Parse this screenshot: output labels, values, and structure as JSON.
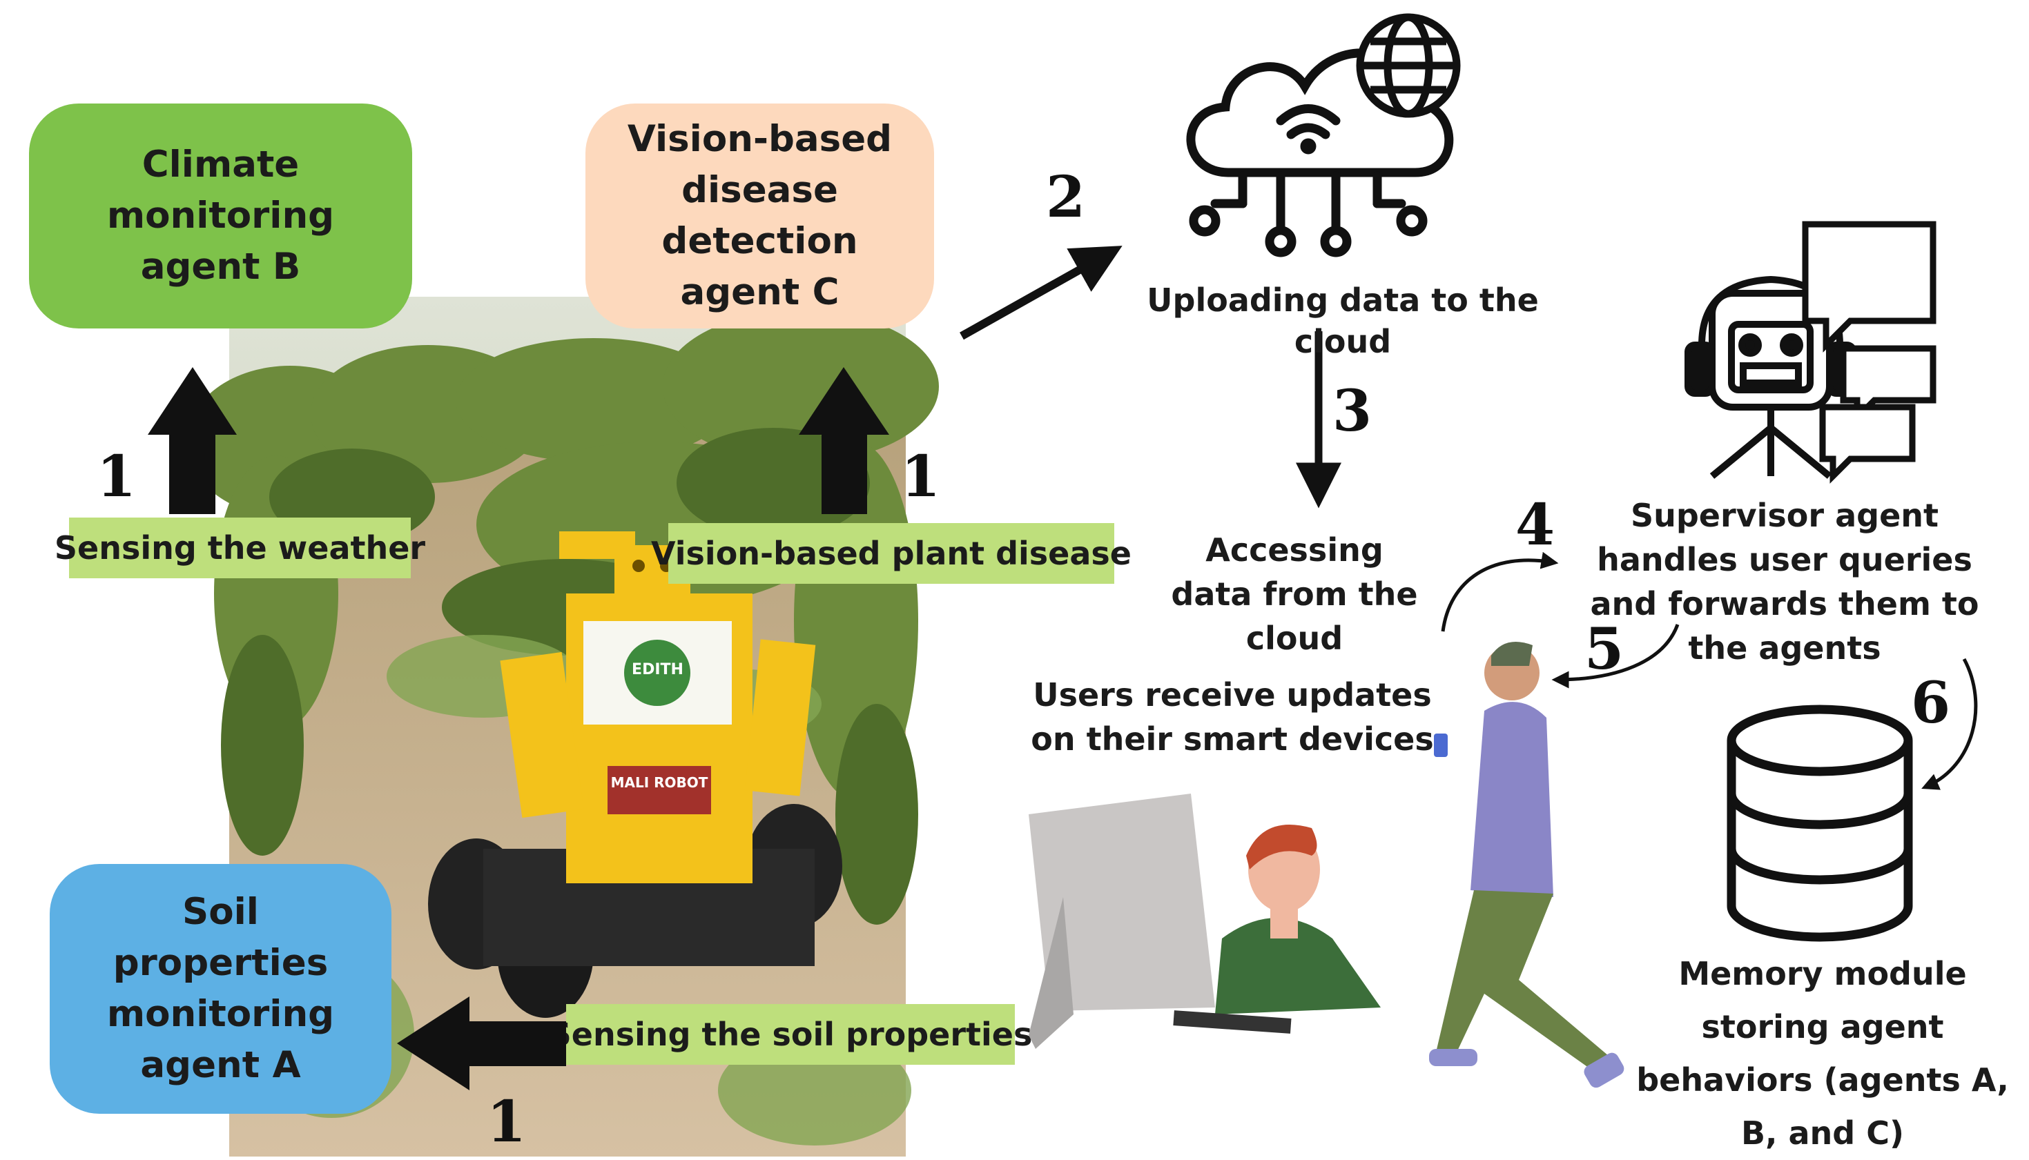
{
  "agents": {
    "climate": "Climate monitoring agent B",
    "vision": "Vision-based disease detection agent C",
    "soil": "Soil properties monitoring agent A"
  },
  "sensing": {
    "weather": "Sensing the weather",
    "plant": "Vision-based plant disease",
    "soil": "Sensing the soil properties"
  },
  "cloud": {
    "upload_label": "Uploading data to the cloud",
    "access_label": "Accessing data from the cloud"
  },
  "supervisor": {
    "label": "Supervisor agent handles user queries and forwards them to the agents"
  },
  "users": {
    "label": "Users receive updates on their smart devices"
  },
  "memory": {
    "label": "Memory module storing agent behaviors (agents A, B, and C)"
  },
  "robot": {
    "badge": "EDITH",
    "plate": "MALI ROBOT"
  },
  "steps": {
    "weather": "1",
    "vision": "1",
    "soil": "1",
    "upload": "2",
    "access": "3",
    "query": "4",
    "forward": "5",
    "memory": "6"
  },
  "colors": {
    "climate": "#7ec24a",
    "vision": "#fdd9bd",
    "soil": "#5db0e4",
    "tag": "#bedf7c",
    "robot": "#f3c21b",
    "field_ground": "#c9b08f",
    "field_crop": "#6d8b3c"
  }
}
